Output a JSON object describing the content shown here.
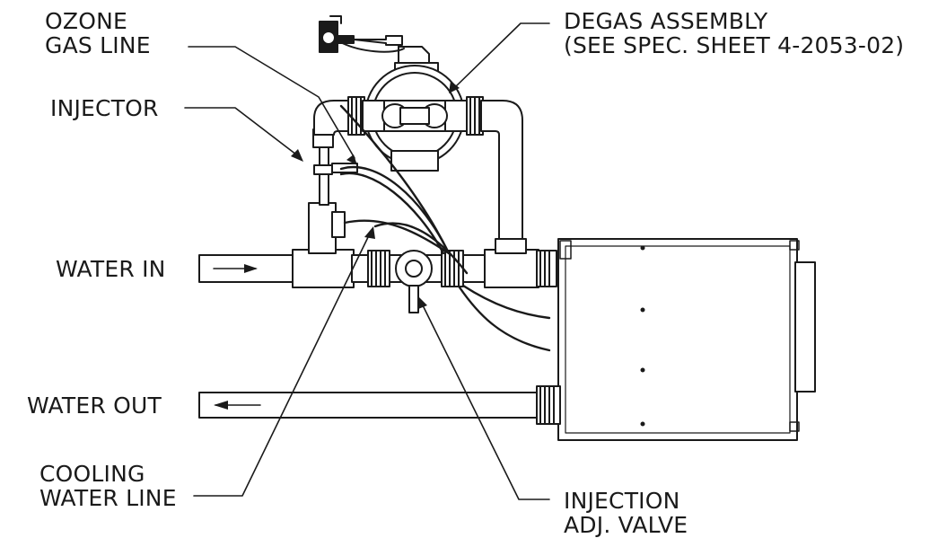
{
  "labels": {
    "ozone_gas_line": [
      "OZONE",
      "GAS LINE"
    ],
    "degas_assembly": [
      "DEGAS ASSEMBLY",
      "(SEE SPEC. SHEET 4-2053-02)"
    ],
    "injector": "INJECTOR",
    "water_in": "WATER IN",
    "water_out": "WATER OUT",
    "cooling_water_line": [
      "COOLING",
      "WATER LINE"
    ],
    "injection_adj_valve": [
      "INJECTION",
      "ADJ. VALVE"
    ]
  },
  "colors": {
    "line": "#1a1a1a",
    "fill": "#ffffff",
    "shade": "#e8e8e8"
  }
}
